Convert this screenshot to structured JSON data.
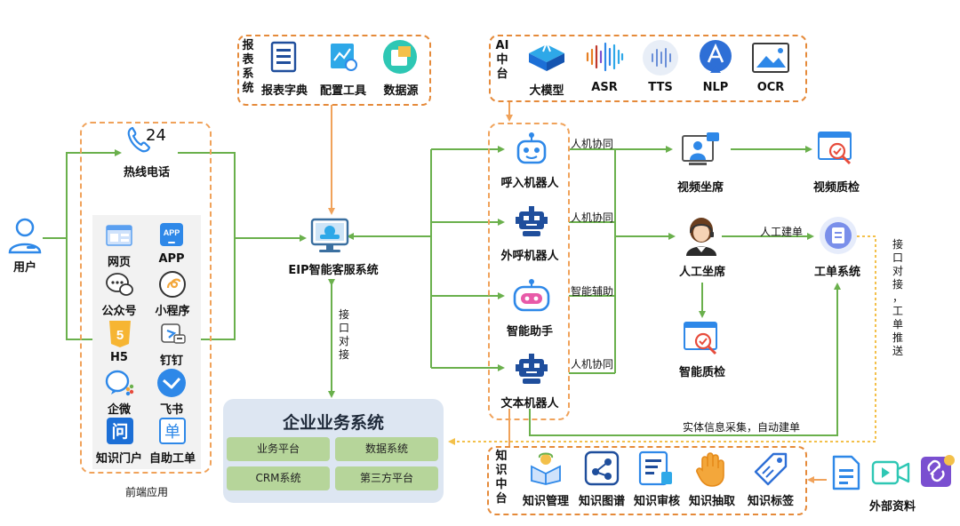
{
  "user": {
    "label": "用户"
  },
  "front": {
    "hotline": "热线电话",
    "hotline_badge": "24",
    "channels": [
      "网页",
      "APP",
      "公众号",
      "小程序",
      "H5",
      "钉钉",
      "企微",
      "飞书",
      "知识门户",
      "自助工单"
    ],
    "app_icon_text": "APP",
    "h5_icon_text": "5",
    "wen_icon_text": "问",
    "dan_icon_text": "单",
    "caption": "前端应用"
  },
  "report": {
    "title": "报表系统",
    "items": [
      "报表字典",
      "配置工具",
      "数据源"
    ]
  },
  "ai": {
    "title": "AI中台",
    "items": [
      "大模型",
      "ASR",
      "TTS",
      "NLP",
      "OCR"
    ]
  },
  "eip": {
    "label": "EIP智能客服系统"
  },
  "interface_v": "接口对接",
  "robots": [
    "呼入机器人",
    "外呼机器人",
    "智能助手",
    "文本机器人"
  ],
  "edges": {
    "collab1": "人机协同",
    "collab2": "人机协同",
    "assist": "智能辅助",
    "collab3": "人机协同",
    "manual_ticket": "人工建单",
    "auto_ticket": "实体信息采集，自动建单",
    "push": "接口对接，工单推送"
  },
  "right": {
    "video_seat": "视频坐席",
    "video_qc": "视频质检",
    "manual_seat": "人工坐席",
    "ticket_sys": "工单系统",
    "smart_qc": "智能质检"
  },
  "business": {
    "title": "企业业务系统",
    "cells": [
      "业务平台",
      "数据系统",
      "CRM系统",
      "第三方平台"
    ]
  },
  "knowledge": {
    "title": "知识中台",
    "items": [
      "知识管理",
      "知识图谱",
      "知识审核",
      "知识抽取",
      "知识标签"
    ]
  },
  "external": {
    "label": "外部资料"
  },
  "colors": {
    "arrow": "#6ab04c",
    "dashed": "#f0a25a",
    "accent": "#2e88e8",
    "bizbg": "#dde6f2",
    "cell": "#b6d59a"
  }
}
